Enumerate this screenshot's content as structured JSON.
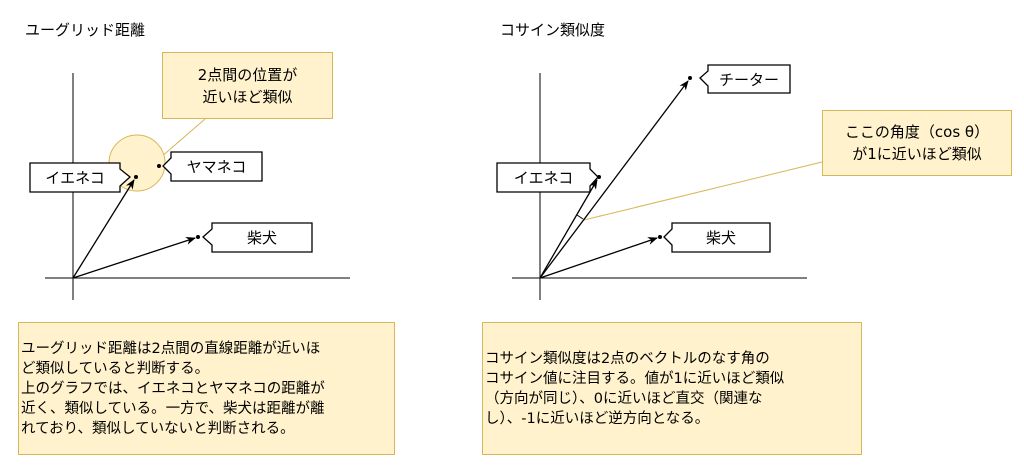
{
  "colors": {
    "note_fill": "#fff2cc",
    "note_stroke": "#d6b656"
  },
  "euclid": {
    "title": "ユーグリッド距離",
    "note_lines": [
      "2点間の位置が",
      "近いほど類似"
    ],
    "labels": {
      "ieneko": "イエネコ",
      "yamaneko": "ヤマネコ",
      "shiba": "柴犬"
    },
    "explanation_lines": [
      "ユーグリッド距離は2点間の直線距離が近いほ",
      "ど類似していると判断する。",
      "上のグラフでは、イエネコとヤマネコの距離が",
      "近く、類似している。一方で、柴犬は距離が離",
      "れており、類似していないと判断される。"
    ]
  },
  "cosine": {
    "title": "コサイン類似度",
    "note_lines": [
      "ここの角度（cos θ）",
      "が1に近いほど類似"
    ],
    "labels": {
      "cheetah": "チーター",
      "ieneko": "イエネコ",
      "shiba": "柴犬"
    },
    "explanation_lines": [
      "コサイン類似度は2点のベクトルのなす角の",
      "コサイン値に注目する。値が1に近いほど類似",
      "（方向が同じ）、0に近いほど直交（関連な",
      "し）、-1に近いほど逆方向となる。"
    ]
  }
}
